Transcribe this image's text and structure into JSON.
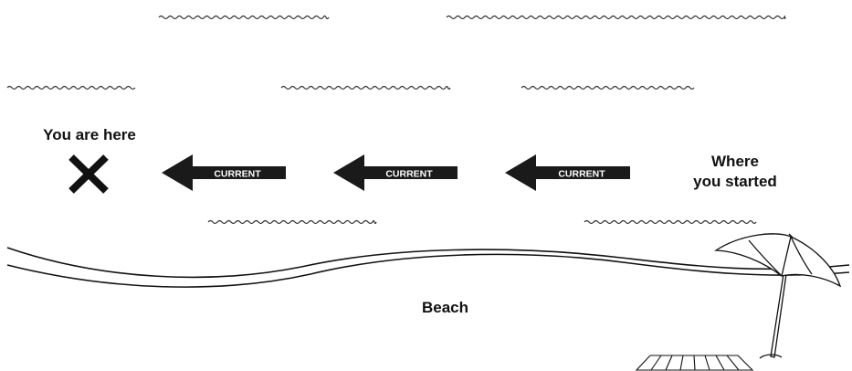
{
  "labels": {
    "you_are_here": "You are here",
    "where_started_line1": "Where",
    "where_started_line2": "you started",
    "beach": "Beach",
    "current": "CURRENT"
  },
  "icons": {
    "position_marker": "x-mark-icon",
    "current_arrow": "left-arrow-icon",
    "umbrella": "beach-umbrella-icon",
    "towel": "beach-towel-icon"
  },
  "colors": {
    "arrow": "#1a1a1a",
    "arrow_text": "#ffffff",
    "line": "#111111",
    "background": "#ffffff"
  }
}
